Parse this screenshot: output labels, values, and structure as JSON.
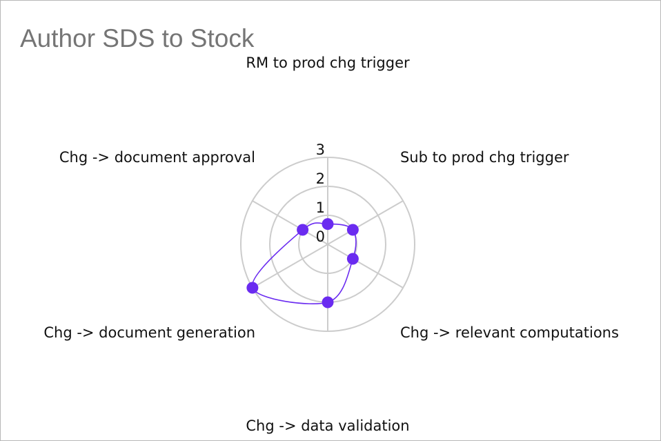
{
  "chart_data": {
    "type": "radar",
    "title": "Author SDS to Stock",
    "axes": [
      "RM to prod chg trigger",
      "Sub to prod chg trigger",
      "Chg -> relevant computations",
      "Chg -> data validation",
      "Chg -> document generation",
      "Chg -> document approval"
    ],
    "ticks": [
      "0",
      "1",
      "2",
      "3"
    ],
    "rlim": [
      0,
      3
    ],
    "grid": true,
    "legend": "none",
    "series": [
      {
        "values": [
          0.7,
          1.0,
          1.0,
          2.0,
          3.0,
          1.0
        ],
        "color": "#6a2bf0"
      }
    ]
  }
}
